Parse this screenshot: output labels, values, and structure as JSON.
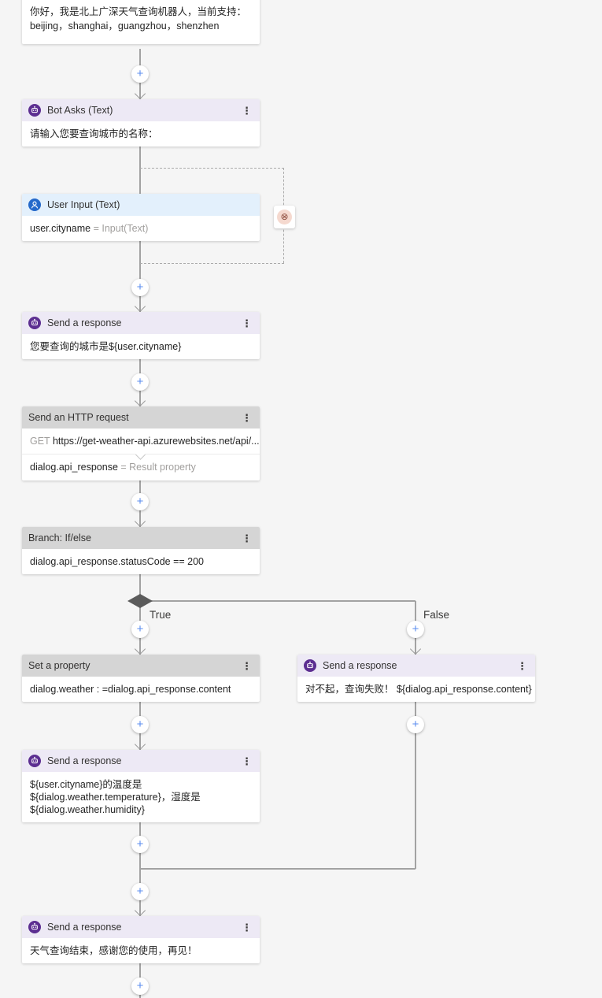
{
  "canvas": {
    "background": "#F5F5F5",
    "line_color": "#A2A2A2",
    "accent_purple": "#5C2E91",
    "accent_blue": "#2569CA",
    "header_purple": "#EDE9F5",
    "header_blue": "#E3F0FC",
    "header_gray": "#D5D5D5"
  },
  "icons": {
    "plus": "+",
    "ellipsis": "⋮",
    "end_turn": "⊗"
  },
  "edge_labels": {
    "true": "True",
    "false": "False"
  },
  "nodes": {
    "welcome": {
      "text": "你好，我是北上广深天气查询机器人，当前支持：\nbeijing，shanghai，guangzhou，shenzhen"
    },
    "bot_asks": {
      "title": "Bot Asks (Text)",
      "body": "请输入您要查询城市的名称："
    },
    "user_input": {
      "title": "User Input (Text)",
      "property": "user.cityname",
      "value": " = Input(Text)"
    },
    "response_city": {
      "title": "Send a response",
      "body": "您要查询的城市是${user.cityname}"
    },
    "http_request": {
      "title": "Send an HTTP request",
      "method": "GET ",
      "url": "https://get-weather-api.azurewebsites.net/api/...",
      "result_property": "dialog.api_response",
      "result_value": " = Result property"
    },
    "branch": {
      "title": "Branch: If/else",
      "condition": "dialog.api_response.statusCode == 200"
    },
    "set_property": {
      "title": "Set a property",
      "body": "dialog.weather : =dialog.api_response.content"
    },
    "response_fail": {
      "title": "Send a response",
      "body": "对不起，查询失败！ ${dialog.api_response.content}"
    },
    "response_weather": {
      "title": "Send a response",
      "body": "${user.cityname}的温度是\n${dialog.weather.temperature}，湿度是\n${dialog.weather.humidity}"
    },
    "response_end": {
      "title": "Send a response",
      "body": "天气查询结束，感谢您的使用，再见！"
    }
  }
}
